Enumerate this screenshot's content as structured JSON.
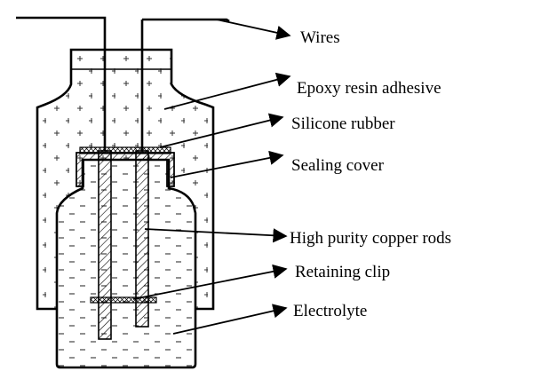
{
  "labels": {
    "wires": "Wires",
    "epoxy": "Epoxy resin adhesive",
    "silicone": "Silicone rubber",
    "sealing": "Sealing cover",
    "copper": "High purity copper rods",
    "clip": "Retaining clip",
    "electrolyte": "Electrolyte"
  }
}
